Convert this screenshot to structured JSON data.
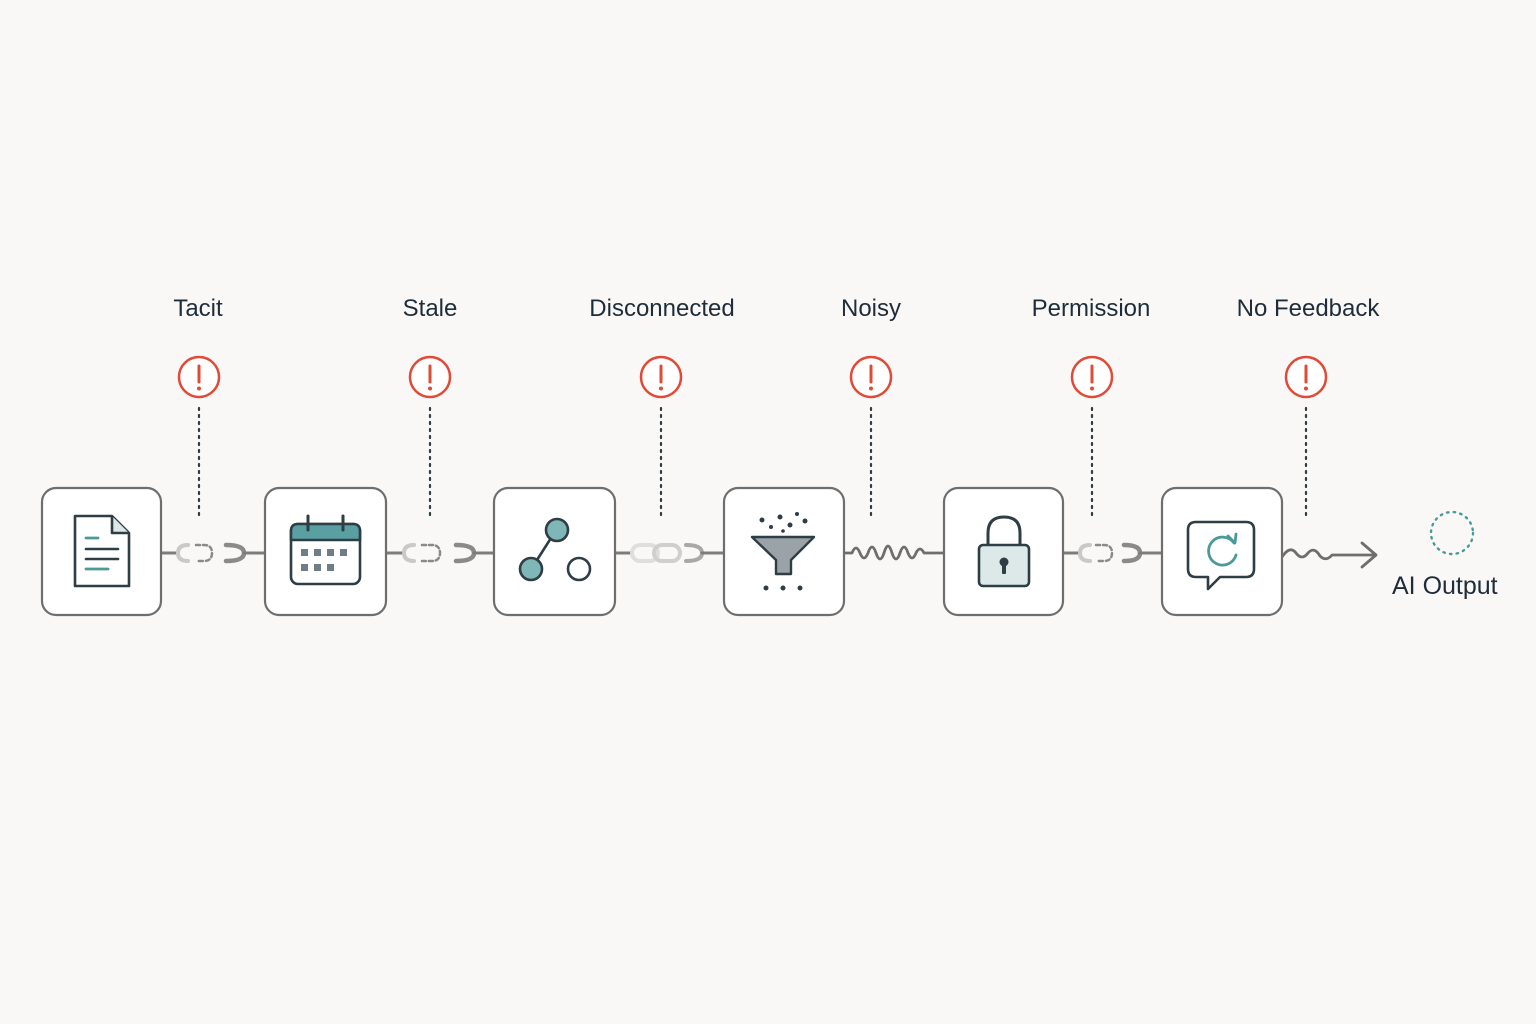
{
  "diagram": {
    "issues": [
      {
        "id": "tacit",
        "label": "Tacit",
        "alert_icon": "exclamation-circle-icon"
      },
      {
        "id": "stale",
        "label": "Stale",
        "alert_icon": "exclamation-circle-icon"
      },
      {
        "id": "disconnected",
        "label": "Disconnected",
        "alert_icon": "exclamation-circle-icon"
      },
      {
        "id": "noisy",
        "label": "Noisy",
        "alert_icon": "exclamation-circle-icon"
      },
      {
        "id": "permission",
        "label": "Permission",
        "alert_icon": "exclamation-circle-icon"
      },
      {
        "id": "no-feedback",
        "label": "No Feedback",
        "alert_icon": "exclamation-circle-icon"
      }
    ],
    "nodes": [
      {
        "id": "document",
        "icon": "document-icon"
      },
      {
        "id": "calendar",
        "icon": "calendar-icon"
      },
      {
        "id": "graph",
        "icon": "network-graph-icon"
      },
      {
        "id": "filter",
        "icon": "funnel-icon"
      },
      {
        "id": "lock",
        "icon": "padlock-icon"
      },
      {
        "id": "chat",
        "icon": "chat-refresh-icon"
      }
    ],
    "connectors": [
      {
        "between": [
          "document",
          "calendar"
        ],
        "style": "broken-chain"
      },
      {
        "between": [
          "calendar",
          "graph"
        ],
        "style": "broken-chain"
      },
      {
        "between": [
          "graph",
          "filter"
        ],
        "style": "faded-chain"
      },
      {
        "between": [
          "filter",
          "lock"
        ],
        "style": "wavy-noise"
      },
      {
        "between": [
          "lock",
          "chat"
        ],
        "style": "broken-chain"
      },
      {
        "between": [
          "chat",
          "output"
        ],
        "style": "squiggle-arrow"
      }
    ],
    "output": {
      "label": "AI Output",
      "icon": "dotted-circle-icon"
    }
  },
  "colors": {
    "background": "#f9f8f6",
    "text": "#1f2d3a",
    "alert": "#e04a36",
    "accent": "#4a9a98",
    "stroke": "#2f3d45",
    "box_border": "#6e6e6e",
    "connector": "#7c7c7c"
  }
}
